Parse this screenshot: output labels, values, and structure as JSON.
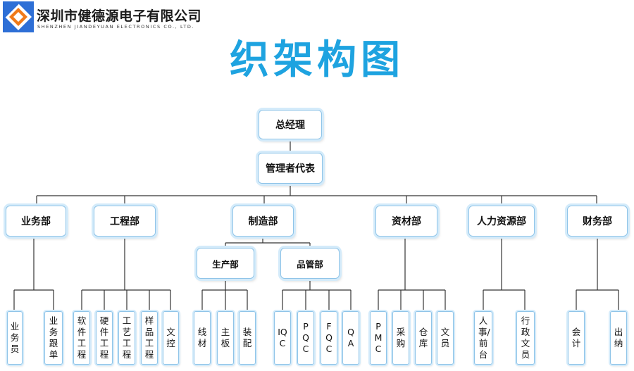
{
  "header": {
    "company_cn": "深圳市健德源电子有限公司",
    "company_en": "SHENZHEN JIANDEYUAN ELECTRONICS CO., LTD.",
    "logo": "diamond-logo",
    "brand_color": "#2e6fd6",
    "accent_color": "#f07a1a"
  },
  "title": "织架构图",
  "title_color": "#1ea3e0",
  "org": {
    "top": "总经理",
    "rep": "管理者代表",
    "departments": [
      "业务部",
      "工程部",
      "制造部",
      "资材部",
      "人力资源部",
      "财务部"
    ],
    "manufacturing_subs": [
      "生产部",
      "品管部"
    ],
    "roles": {
      "sales": [
        "业务员",
        "业务跟单"
      ],
      "engineering": [
        "软件工程",
        "硬件工程",
        "工艺工程",
        "样品工程",
        "文控"
      ],
      "production": [
        "线材",
        "主板",
        "装配"
      ],
      "quality": [
        "IQC",
        "PQC",
        "FQC",
        "QA"
      ],
      "materials": [
        "PMC",
        "采购",
        "仓库",
        "文员"
      ],
      "hr": [
        "人事/前台",
        "行政文员"
      ],
      "finance": [
        "会计",
        "出纳"
      ]
    }
  }
}
